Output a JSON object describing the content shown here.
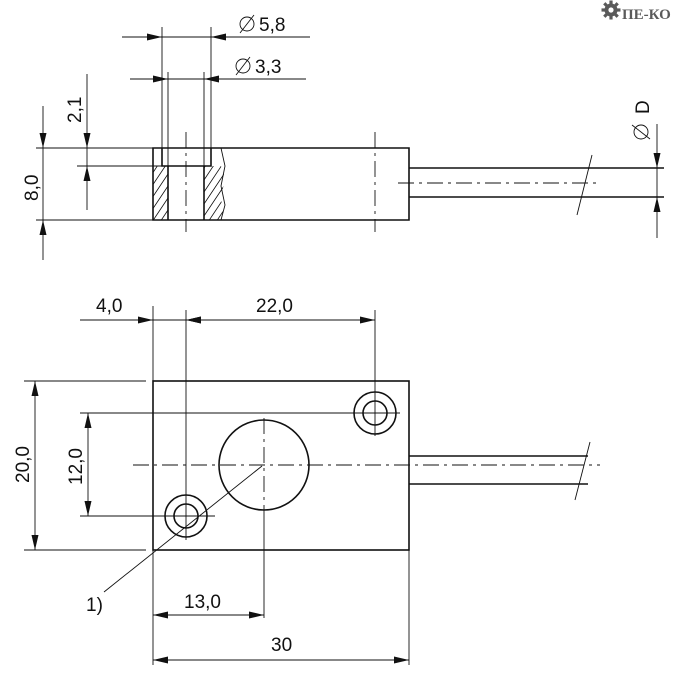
{
  "logo": {
    "brand": "ПЕ-КО",
    "icon": "gear-icon",
    "color": "#5a5a5a"
  },
  "side_view": {
    "dim_outer_diameter": "5,8",
    "dim_inner_diameter": "3,3",
    "dim_counterbore_depth": "2,1",
    "dim_height": "8,0",
    "dim_cable_diameter": "D"
  },
  "top_view": {
    "dim_hole_offset": "4,0",
    "dim_hole_spacing": "22,0",
    "dim_width": "20,0",
    "dim_hole_vertical": "12,0",
    "dim_center_offset": "13,0",
    "dim_length": "30",
    "callout": "1)"
  },
  "colors": {
    "line": "#111111",
    "background": "#ffffff"
  }
}
